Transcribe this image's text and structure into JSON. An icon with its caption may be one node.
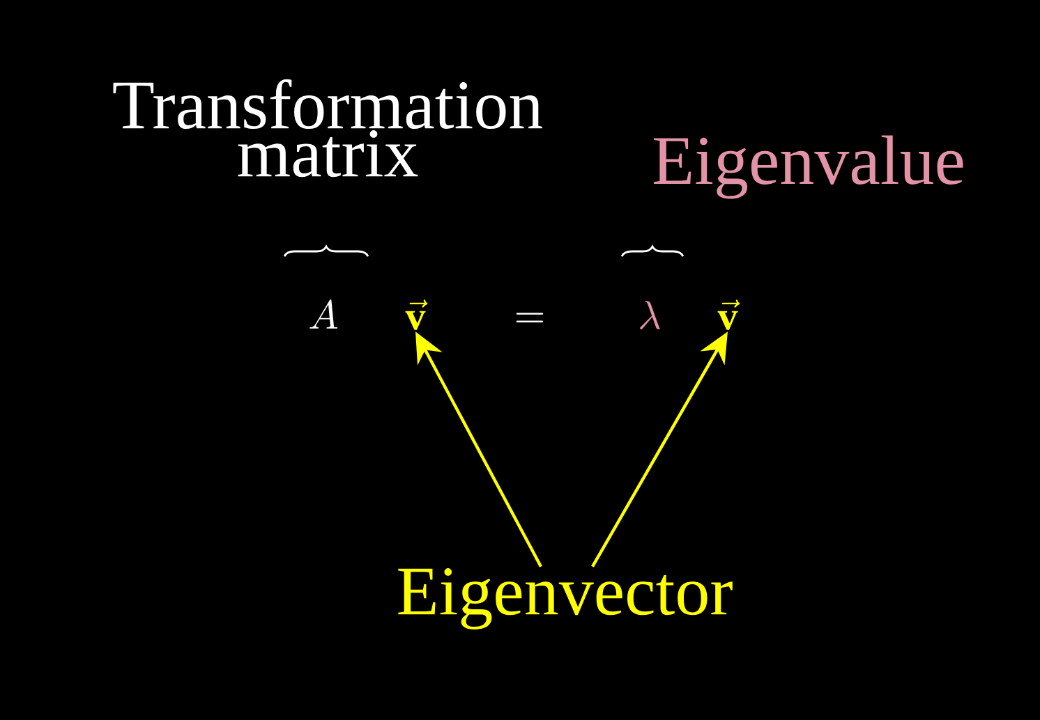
{
  "diagram": {
    "nodes": [
      {
        "text": [
          "Transformation matrix"
        ]
      },
      {
        "text": [
          "Eigenvalue"
        ]
      },
      {
        "text": [
          "\\vec{\\mathbf{v}}"
        ]
      },
      {
        "text": [
          "\\vec{\\mathbf{v}}"
        ]
      },
      {
        "text": [
          "Eigenvector"
        ]
      }
    ],
    "edges": [
      {
        "from": 4,
        "to": 2,
        "arrow": "to",
        "color": "#ffff00"
      },
      {
        "from": 4,
        "to": 3,
        "arrow": "to",
        "color": "#ffff00"
      }
    ],
    "labels": [
      "A",
      "=",
      "\\lambda"
    ]
  }
}
